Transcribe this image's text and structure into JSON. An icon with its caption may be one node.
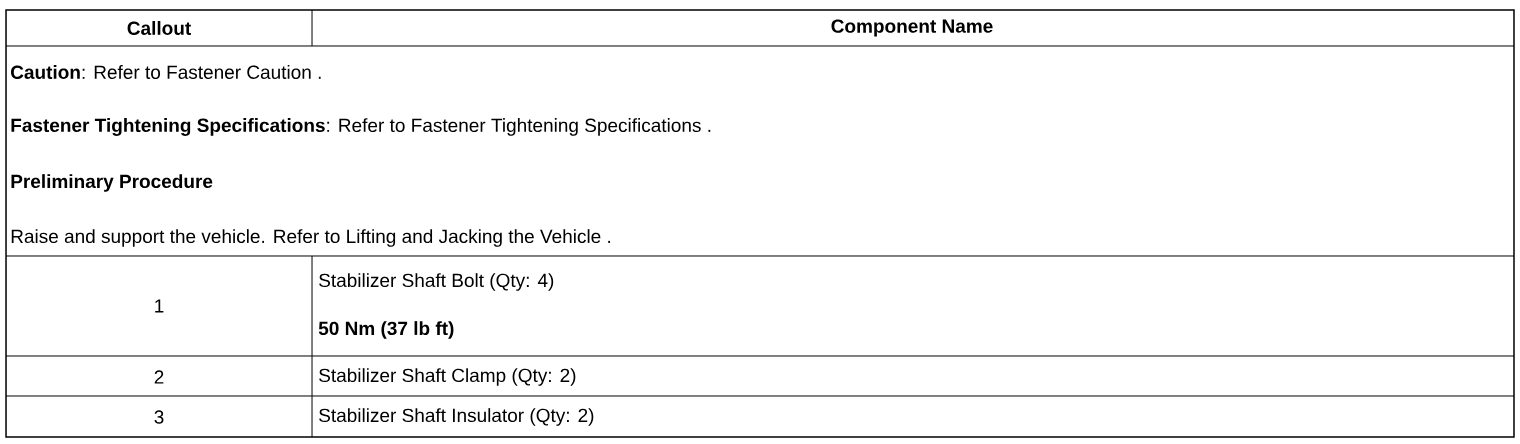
{
  "diagram": {
    "labels": [
      "Callout",
      "Component Name",
      "**Caution**: Refer to Fastener Caution .",
      "**Fastener Tightening Specifications**: Refer to Fastener Tightening Specifications .",
      "Preliminary Procedure",
      "Raise and support the vehicle. Refer to Lifting and Jacking the Vehicle .",
      "1",
      "Stabilizer Shaft Bolt (Qty: 4)",
      "50 Nm (37 lb ft)",
      "2",
      "Stabilizer Shaft Clamp (Qty: 2)",
      "3",
      "Stabilizer Shaft Insulator (Qty: 2)"
    ]
  }
}
